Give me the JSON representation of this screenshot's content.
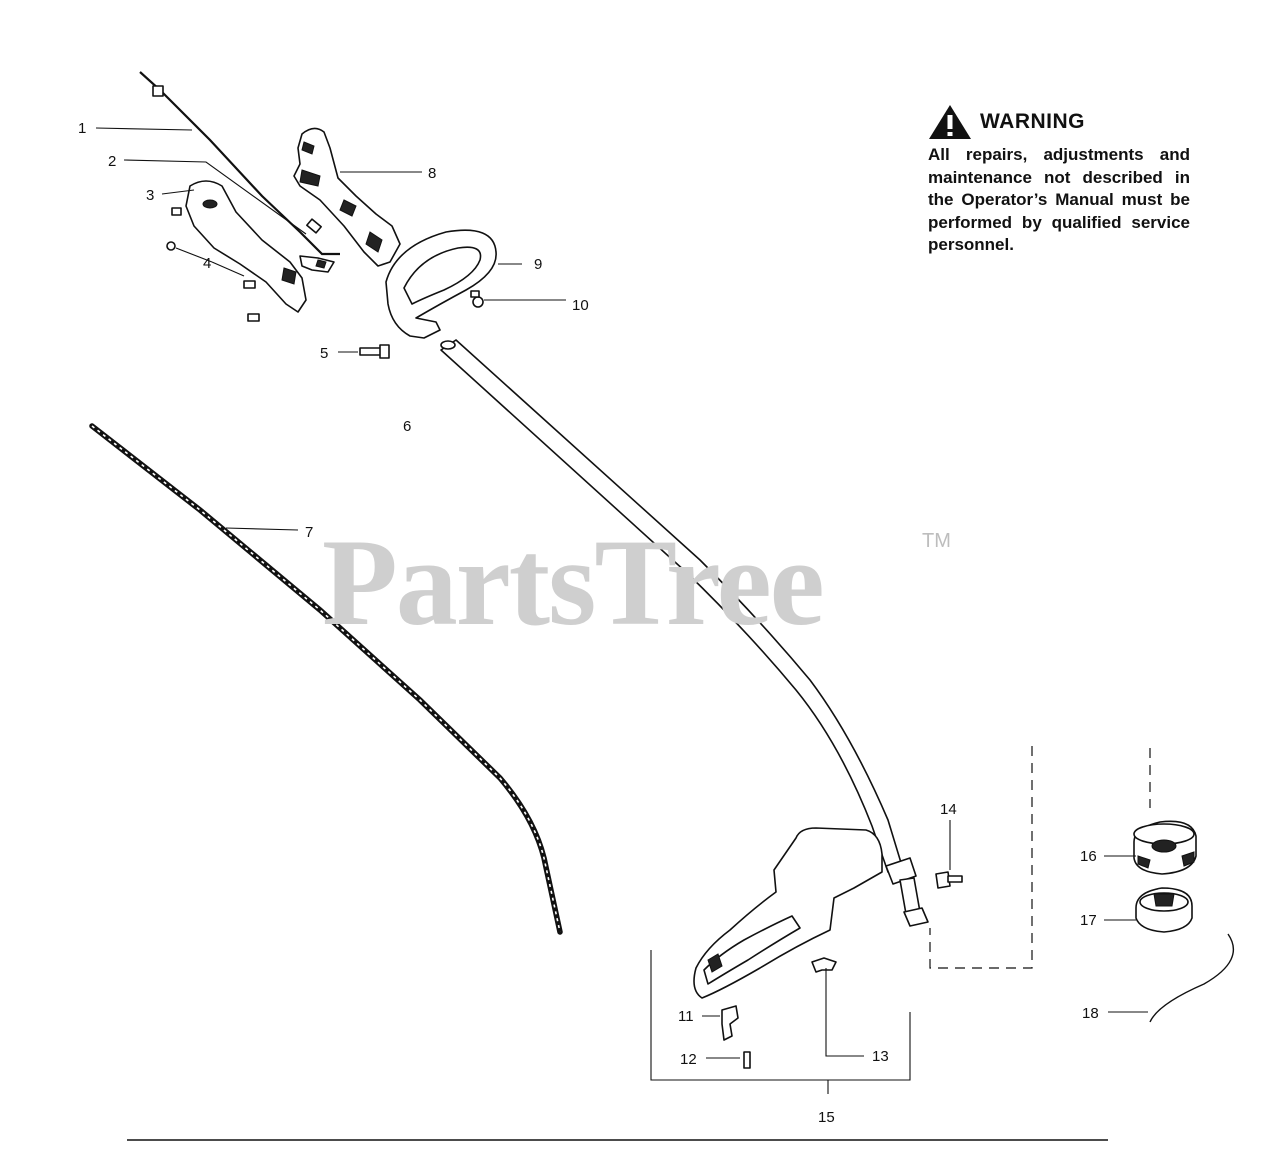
{
  "watermark": {
    "text": "PartsTree",
    "tm": "TM"
  },
  "warning": {
    "icon": "warning-triangle-icon",
    "title": "WARNING",
    "body": "All repairs, adjustments and maintenance not described in the Operator’s Manual must be performed by qualified service personnel."
  },
  "callouts": {
    "c1": "1",
    "c2": "2",
    "c3": "3",
    "c4": "4",
    "c5": "5",
    "c6": "6",
    "c7": "7",
    "c8": "8",
    "c9": "9",
    "c10": "10",
    "c11": "11",
    "c12": "12",
    "c13": "13",
    "c14": "14",
    "c15": "15",
    "c16": "16",
    "c17": "17",
    "c18": "18"
  }
}
